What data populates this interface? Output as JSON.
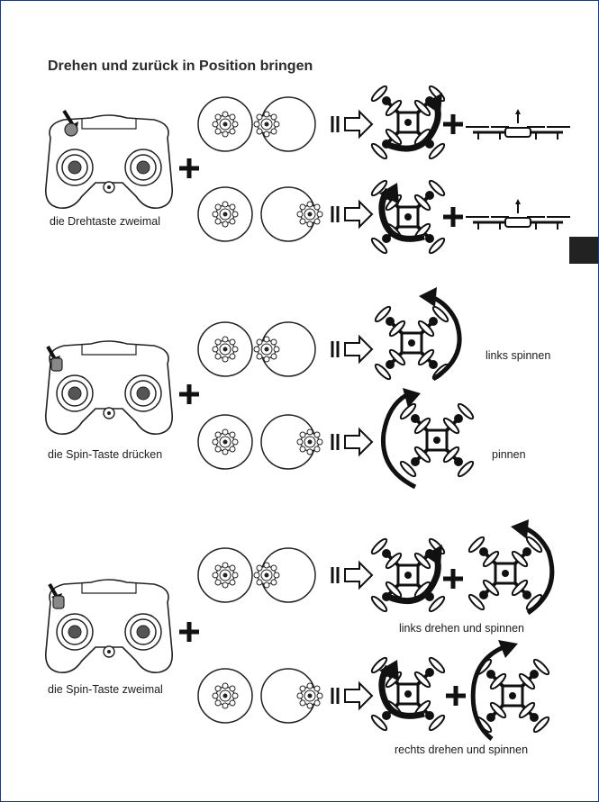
{
  "title": "Drehen und zurück in Position bringen",
  "captions": {
    "c1": "die Drehtaste zweimal",
    "c2": "die Spin-Taste drücken",
    "c3": "die Spin-Taste zweimal",
    "r2a": "links spinnen",
    "r2b": "pinnen",
    "r3a": "links drehen und spinnen",
    "r3b": "rechts drehen und spinnen"
  }
}
